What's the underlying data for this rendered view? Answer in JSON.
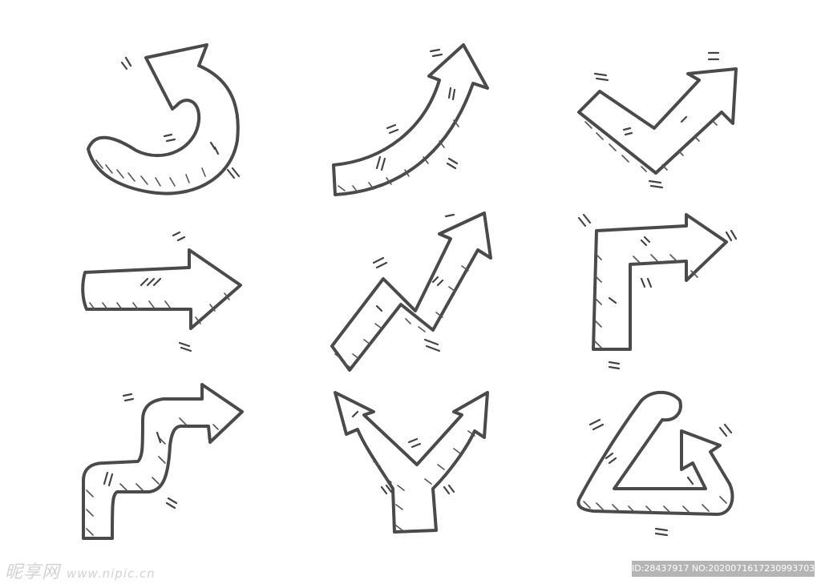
{
  "image": {
    "background": "#ffffff",
    "stroke_color": "#4a4a4a",
    "arrows": [
      {
        "name": "curved-hook-arrow-icon"
      },
      {
        "name": "curved-up-right-arrow-icon"
      },
      {
        "name": "checkmark-arrow-icon"
      },
      {
        "name": "straight-right-arrow-icon"
      },
      {
        "name": "zigzag-up-arrow-icon"
      },
      {
        "name": "elbow-right-arrow-icon"
      },
      {
        "name": "step-right-arrow-icon"
      },
      {
        "name": "fork-split-arrow-icon"
      },
      {
        "name": "triangle-loop-arrow-icon"
      }
    ]
  },
  "watermark": {
    "left_text": "昵享网",
    "left_url": "www.nipic.cn",
    "right_text": "ID:28437917 NO:20200716172309937030"
  }
}
